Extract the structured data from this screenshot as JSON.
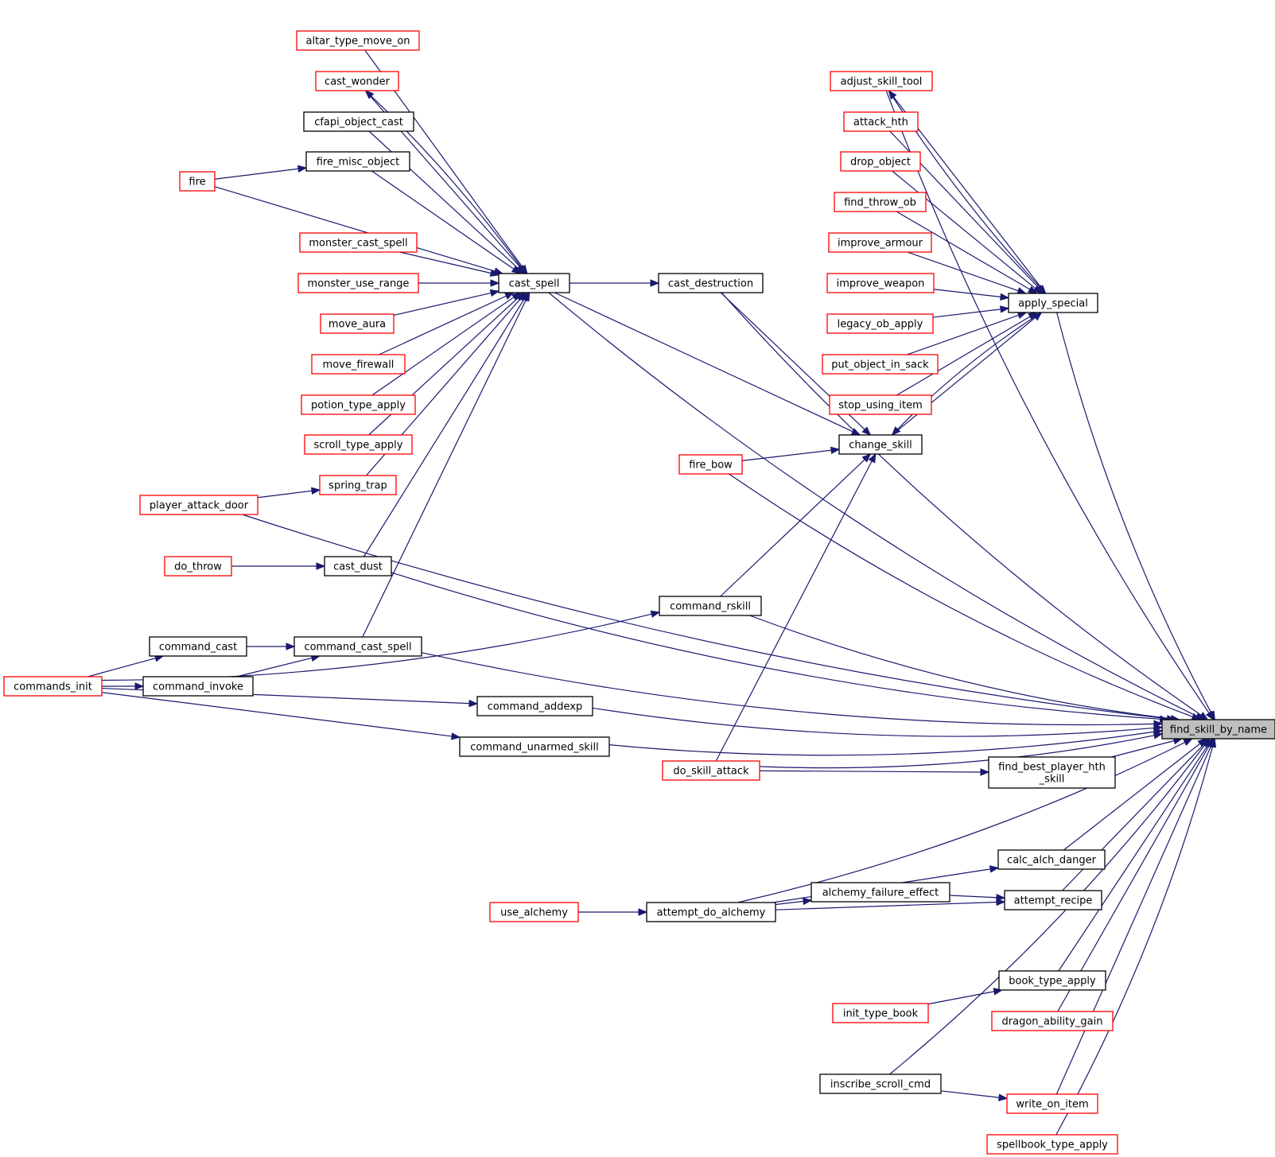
{
  "nodes": {
    "find_skill_by_name": {
      "lines": [
        "find_skill_by_name"
      ],
      "style": "target"
    },
    "altar_type_move_on": {
      "lines": [
        "altar_type_move_on"
      ],
      "style": "red"
    },
    "cast_wonder": {
      "lines": [
        "cast_wonder"
      ],
      "style": "red"
    },
    "cfapi_object_cast": {
      "lines": [
        "cfapi_object_cast"
      ],
      "style": "black"
    },
    "fire_misc_object": {
      "lines": [
        "fire_misc_object"
      ],
      "style": "black"
    },
    "fire": {
      "lines": [
        "fire"
      ],
      "style": "red"
    },
    "monster_cast_spell": {
      "lines": [
        "monster_cast_spell"
      ],
      "style": "red"
    },
    "monster_use_range": {
      "lines": [
        "monster_use_range"
      ],
      "style": "red"
    },
    "move_aura": {
      "lines": [
        "move_aura"
      ],
      "style": "red"
    },
    "move_firewall": {
      "lines": [
        "move_firewall"
      ],
      "style": "red"
    },
    "potion_type_apply": {
      "lines": [
        "potion_type_apply"
      ],
      "style": "red"
    },
    "scroll_type_apply": {
      "lines": [
        "scroll_type_apply"
      ],
      "style": "red"
    },
    "spring_trap": {
      "lines": [
        "spring_trap"
      ],
      "style": "red"
    },
    "player_attack_door": {
      "lines": [
        "player_attack_door"
      ],
      "style": "red"
    },
    "do_throw": {
      "lines": [
        "do_throw"
      ],
      "style": "red"
    },
    "cast_dust": {
      "lines": [
        "cast_dust"
      ],
      "style": "black"
    },
    "command_cast": {
      "lines": [
        "command_cast"
      ],
      "style": "black"
    },
    "command_cast_spell": {
      "lines": [
        "command_cast_spell"
      ],
      "style": "black"
    },
    "commands_init": {
      "lines": [
        "commands_init"
      ],
      "style": "red"
    },
    "command_invoke": {
      "lines": [
        "command_invoke"
      ],
      "style": "black"
    },
    "cast_spell": {
      "lines": [
        "cast_spell"
      ],
      "style": "black"
    },
    "cast_destruction": {
      "lines": [
        "cast_destruction"
      ],
      "style": "black"
    },
    "fire_bow": {
      "lines": [
        "fire_bow"
      ],
      "style": "red"
    },
    "command_rskill": {
      "lines": [
        "command_rskill"
      ],
      "style": "black"
    },
    "command_addexp": {
      "lines": [
        "command_addexp"
      ],
      "style": "black"
    },
    "command_unarmed_skill": {
      "lines": [
        "command_unarmed_skill"
      ],
      "style": "black"
    },
    "do_skill_attack": {
      "lines": [
        "do_skill_attack"
      ],
      "style": "red"
    },
    "use_alchemy": {
      "lines": [
        "use_alchemy"
      ],
      "style": "red"
    },
    "attempt_do_alchemy": {
      "lines": [
        "attempt_do_alchemy"
      ],
      "style": "black"
    },
    "adjust_skill_tool": {
      "lines": [
        "adjust_skill_tool"
      ],
      "style": "red"
    },
    "attack_hth": {
      "lines": [
        "attack_hth"
      ],
      "style": "red"
    },
    "drop_object": {
      "lines": [
        "drop_object"
      ],
      "style": "red"
    },
    "find_throw_ob": {
      "lines": [
        "find_throw_ob"
      ],
      "style": "red"
    },
    "improve_armour": {
      "lines": [
        "improve_armour"
      ],
      "style": "red"
    },
    "improve_weapon": {
      "lines": [
        "improve_weapon"
      ],
      "style": "red"
    },
    "legacy_ob_apply": {
      "lines": [
        "legacy_ob_apply"
      ],
      "style": "red"
    },
    "put_object_in_sack": {
      "lines": [
        "put_object_in_sack"
      ],
      "style": "red"
    },
    "stop_using_item": {
      "lines": [
        "stop_using_item"
      ],
      "style": "red"
    },
    "change_skill": {
      "lines": [
        "change_skill"
      ],
      "style": "black"
    },
    "alchemy_failure_effect": {
      "lines": [
        "alchemy_failure_effect"
      ],
      "style": "black"
    },
    "init_type_book": {
      "lines": [
        "init_type_book"
      ],
      "style": "red"
    },
    "inscribe_scroll_cmd": {
      "lines": [
        "inscribe_scroll_cmd"
      ],
      "style": "black"
    },
    "apply_special": {
      "lines": [
        "apply_special"
      ],
      "style": "black"
    },
    "find_best_player_hth_skill": {
      "lines": [
        "find_best_player_hth",
        "_skill"
      ],
      "style": "black"
    },
    "calc_alch_danger": {
      "lines": [
        "calc_alch_danger"
      ],
      "style": "black"
    },
    "attempt_recipe": {
      "lines": [
        "attempt_recipe"
      ],
      "style": "black"
    },
    "book_type_apply": {
      "lines": [
        "book_type_apply"
      ],
      "style": "black"
    },
    "dragon_ability_gain": {
      "lines": [
        "dragon_ability_gain"
      ],
      "style": "red"
    },
    "write_on_item": {
      "lines": [
        "write_on_item"
      ],
      "style": "red"
    },
    "spellbook_type_apply": {
      "lines": [
        "spellbook_type_apply"
      ],
      "style": "red"
    }
  },
  "edges": [
    {
      "from": "cast_spell",
      "to": "find_skill_by_name"
    },
    {
      "from": "cast_destruction",
      "to": "find_skill_by_name"
    },
    {
      "from": "adjust_skill_tool",
      "to": "find_skill_by_name"
    },
    {
      "from": "apply_special",
      "to": "find_skill_by_name"
    },
    {
      "from": "fire_bow",
      "to": "find_skill_by_name"
    },
    {
      "from": "player_attack_door",
      "to": "find_skill_by_name"
    },
    {
      "from": "cast_dust",
      "to": "find_skill_by_name"
    },
    {
      "from": "command_rskill",
      "to": "find_skill_by_name"
    },
    {
      "from": "command_cast_spell",
      "to": "find_skill_by_name"
    },
    {
      "from": "command_addexp",
      "to": "find_skill_by_name"
    },
    {
      "from": "command_unarmed_skill",
      "to": "find_skill_by_name"
    },
    {
      "from": "find_best_player_hth_skill",
      "to": "find_skill_by_name"
    },
    {
      "from": "do_skill_attack",
      "to": "find_skill_by_name"
    },
    {
      "from": "calc_alch_danger",
      "to": "find_skill_by_name"
    },
    {
      "from": "attempt_recipe",
      "to": "find_skill_by_name"
    },
    {
      "from": "attempt_do_alchemy",
      "to": "find_skill_by_name"
    },
    {
      "from": "book_type_apply",
      "to": "find_skill_by_name"
    },
    {
      "from": "dragon_ability_gain",
      "to": "find_skill_by_name"
    },
    {
      "from": "inscribe_scroll_cmd",
      "to": "find_skill_by_name"
    },
    {
      "from": "write_on_item",
      "to": "find_skill_by_name"
    },
    {
      "from": "spellbook_type_apply",
      "to": "find_skill_by_name"
    },
    {
      "from": "altar_type_move_on",
      "to": "cast_spell"
    },
    {
      "from": "cast_wonder",
      "to": "cast_spell"
    },
    {
      "from": "cast_spell",
      "to": "cast_wonder"
    },
    {
      "from": "cfapi_object_cast",
      "to": "cast_spell"
    },
    {
      "from": "fire_misc_object",
      "to": "cast_spell"
    },
    {
      "from": "fire",
      "to": "cast_spell"
    },
    {
      "from": "fire",
      "to": "fire_misc_object"
    },
    {
      "from": "monster_cast_spell",
      "to": "cast_spell"
    },
    {
      "from": "monster_use_range",
      "to": "cast_spell"
    },
    {
      "from": "move_aura",
      "to": "cast_spell"
    },
    {
      "from": "move_firewall",
      "to": "cast_spell"
    },
    {
      "from": "potion_type_apply",
      "to": "cast_spell"
    },
    {
      "from": "scroll_type_apply",
      "to": "cast_spell"
    },
    {
      "from": "spring_trap",
      "to": "cast_spell"
    },
    {
      "from": "player_attack_door",
      "to": "spring_trap"
    },
    {
      "from": "cast_dust",
      "to": "cast_spell"
    },
    {
      "from": "do_throw",
      "to": "cast_dust"
    },
    {
      "from": "command_cast_spell",
      "to": "cast_spell"
    },
    {
      "from": "command_cast",
      "to": "command_cast_spell"
    },
    {
      "from": "command_invoke",
      "to": "command_cast_spell"
    },
    {
      "from": "commands_init",
      "to": "command_cast"
    },
    {
      "from": "commands_init",
      "to": "command_invoke"
    },
    {
      "from": "commands_init",
      "to": "command_rskill"
    },
    {
      "from": "commands_init",
      "to": "command_addexp"
    },
    {
      "from": "commands_init",
      "to": "command_unarmed_skill"
    },
    {
      "from": "cast_spell",
      "to": "cast_destruction"
    },
    {
      "from": "cast_spell",
      "to": "change_skill"
    },
    {
      "from": "cast_destruction",
      "to": "change_skill"
    },
    {
      "from": "fire_bow",
      "to": "change_skill"
    },
    {
      "from": "command_rskill",
      "to": "change_skill"
    },
    {
      "from": "do_skill_attack",
      "to": "change_skill"
    },
    {
      "from": "change_skill",
      "to": "apply_special"
    },
    {
      "from": "apply_special",
      "to": "change_skill"
    },
    {
      "from": "apply_special",
      "to": "adjust_skill_tool"
    },
    {
      "from": "adjust_skill_tool",
      "to": "apply_special"
    },
    {
      "from": "attack_hth",
      "to": "apply_special"
    },
    {
      "from": "drop_object",
      "to": "apply_special"
    },
    {
      "from": "find_throw_ob",
      "to": "apply_special"
    },
    {
      "from": "improve_armour",
      "to": "apply_special"
    },
    {
      "from": "improve_weapon",
      "to": "apply_special"
    },
    {
      "from": "legacy_ob_apply",
      "to": "apply_special"
    },
    {
      "from": "put_object_in_sack",
      "to": "apply_special"
    },
    {
      "from": "stop_using_item",
      "to": "apply_special"
    },
    {
      "from": "do_skill_attack",
      "to": "find_best_player_hth_skill"
    },
    {
      "from": "attempt_do_alchemy",
      "to": "calc_alch_danger"
    },
    {
      "from": "attempt_do_alchemy",
      "to": "alchemy_failure_effect"
    },
    {
      "from": "alchemy_failure_effect",
      "to": "attempt_recipe"
    },
    {
      "from": "attempt_do_alchemy",
      "to": "attempt_recipe"
    },
    {
      "from": "use_alchemy",
      "to": "attempt_do_alchemy"
    },
    {
      "from": "init_type_book",
      "to": "book_type_apply"
    },
    {
      "from": "inscribe_scroll_cmd",
      "to": "write_on_item"
    }
  ],
  "colors": {
    "edge": "#191970",
    "highlight_fill": "#bfbfbf",
    "red_border": "#ff0000",
    "black_border": "#000000"
  }
}
